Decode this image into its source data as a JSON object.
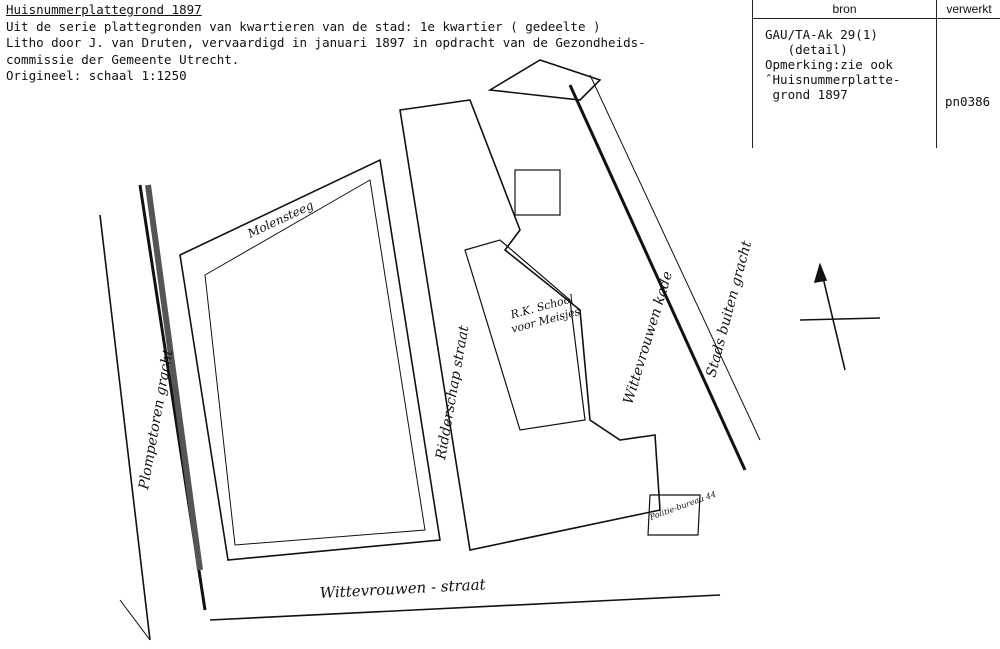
{
  "header": {
    "title": "Huisnummerplattegrond 1897",
    "line1": "Uit de serie plattegronden van kwartieren van de stad: 1e kwartier ( gedeelte )",
    "line2": "Litho door J. van Druten, vervaardigd in januari 1897 in opdracht van de Gezondheids-",
    "line3": "commissie der Gemeente Utrecht.",
    "line4": "Origineel: schaal 1:1250"
  },
  "table": {
    "col_bron": "bron",
    "col_verwerkt": "verwerkt",
    "bron_text": "GAU/TA-Ak 29(1)\n   (detail)\nOpmerking:zie ook\nˆHuisnummerplatte-\n grond 1897",
    "verwerkt_value": "pn0386"
  },
  "map": {
    "streets": {
      "plompetoren": "Plompetoren gracht",
      "molensteeg": "Molensteeg",
      "ridderschap": "Ridderschap straat",
      "wittevrouwen_straat": "Wittevrouwen - straat",
      "wittevrouwen_kade": "Wittevrouwen kade",
      "stads_buiten": "Stads buiten gracht"
    },
    "buildings": {
      "school": "R.K. School voor Meisjes",
      "politie": "Politie-bureau 44"
    }
  }
}
